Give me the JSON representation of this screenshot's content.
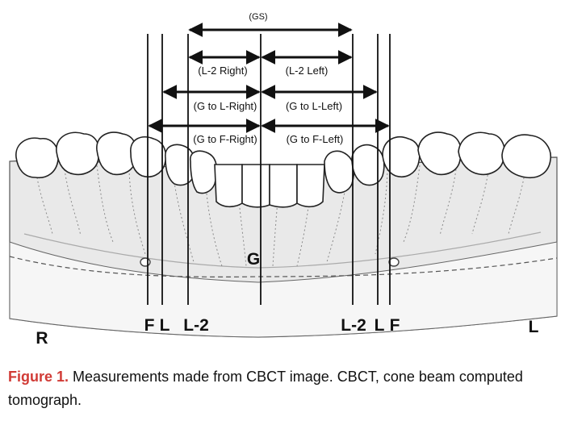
{
  "figure": {
    "measurements": {
      "gs": "(GS)",
      "l2_right": "(L-2 Right)",
      "l2_left": "(L-2 Left)",
      "g_to_l_right": "(G to L-Right)",
      "g_to_l_left": "(G to L-Left)",
      "g_to_f_right": "(G to F-Right)",
      "g_to_f_left": "(G to F-Left)"
    },
    "landmarks": {
      "g": "G",
      "f_right": "F",
      "l_right": "L",
      "l2_right": "L-2",
      "l2_left": "L-2",
      "l_left": "L",
      "f_left": "F"
    },
    "sides": {
      "right": "R",
      "left": "L"
    }
  },
  "caption": {
    "label": "Figure 1.",
    "text": "Measurements made from CBCT image. CBCT, cone beam computed tomograph."
  },
  "colors": {
    "caption_label": "#d13b36"
  }
}
